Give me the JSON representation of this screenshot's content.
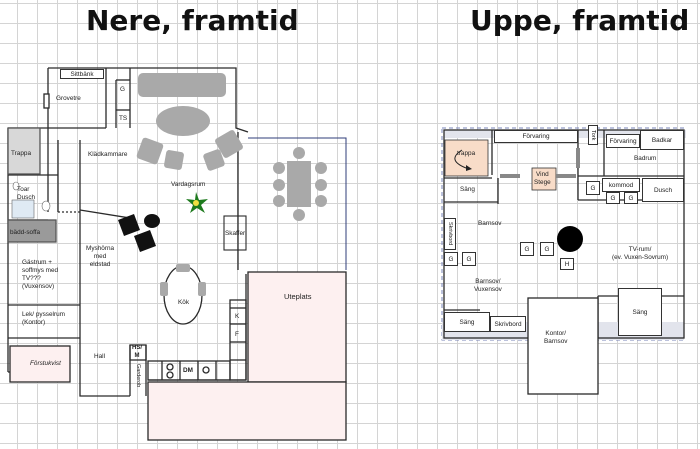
{
  "titles": {
    "downstairs": "Nere, framtid",
    "upstairs": "Uppe, framtid"
  },
  "downstairs": {
    "rooms": {
      "sittbank": "Sittbänk",
      "groventre": "Grovetre",
      "g": "G",
      "ts": "TS",
      "trappa": "Trappa",
      "kladkammare": "Klädkammare",
      "toar": "Toar\nDusch",
      "badd_soffa": "bädd-soffa",
      "vardagsrum": "Vardagsrum",
      "myshorna": "Myshörna\nmed\neldstad",
      "skafferi": "Skafferi",
      "gastrum": "Gästrum +\nsoffmys med\nTV???\n(Vuxensov)",
      "kok": "Kök",
      "uteplats": "Uteplats",
      "lek": "Lek/ pysselrum\n(Kontor)",
      "k": "K",
      "f": "F",
      "forstukvist": "Förstukvist",
      "hall": "Hall",
      "hs": "HS/\nM",
      "garderob": "Garderob",
      "dm": "DM"
    }
  },
  "upstairs": {
    "rooms": {
      "forvaring1": "Förvaring",
      "tork": "Tork",
      "forvaring2": "Förvaring",
      "badkar": "Badkar",
      "trappa": "trappa",
      "badrum": "Badrum",
      "vind": "Vind\nStege",
      "sang1": "Säng",
      "g1": "G",
      "kommod": "kommod",
      "dusch": "Dusch",
      "g2": "G",
      "g3": "G",
      "skrivbord1": "Skrivbord",
      "barnsov1": "Barnsov",
      "g4": "G",
      "g5": "G",
      "g6": "G",
      "g7": "G",
      "h": "H",
      "tvrum": "TV-rum/\n(ev. Vuxen-Sovrum)",
      "barnsov2": "Barnsov/\nVuxensov",
      "sang2": "Säng",
      "skrivbord2": "Skrivbord",
      "kontor": "Kontor/\nBarnsov",
      "sang3": "Säng"
    }
  }
}
